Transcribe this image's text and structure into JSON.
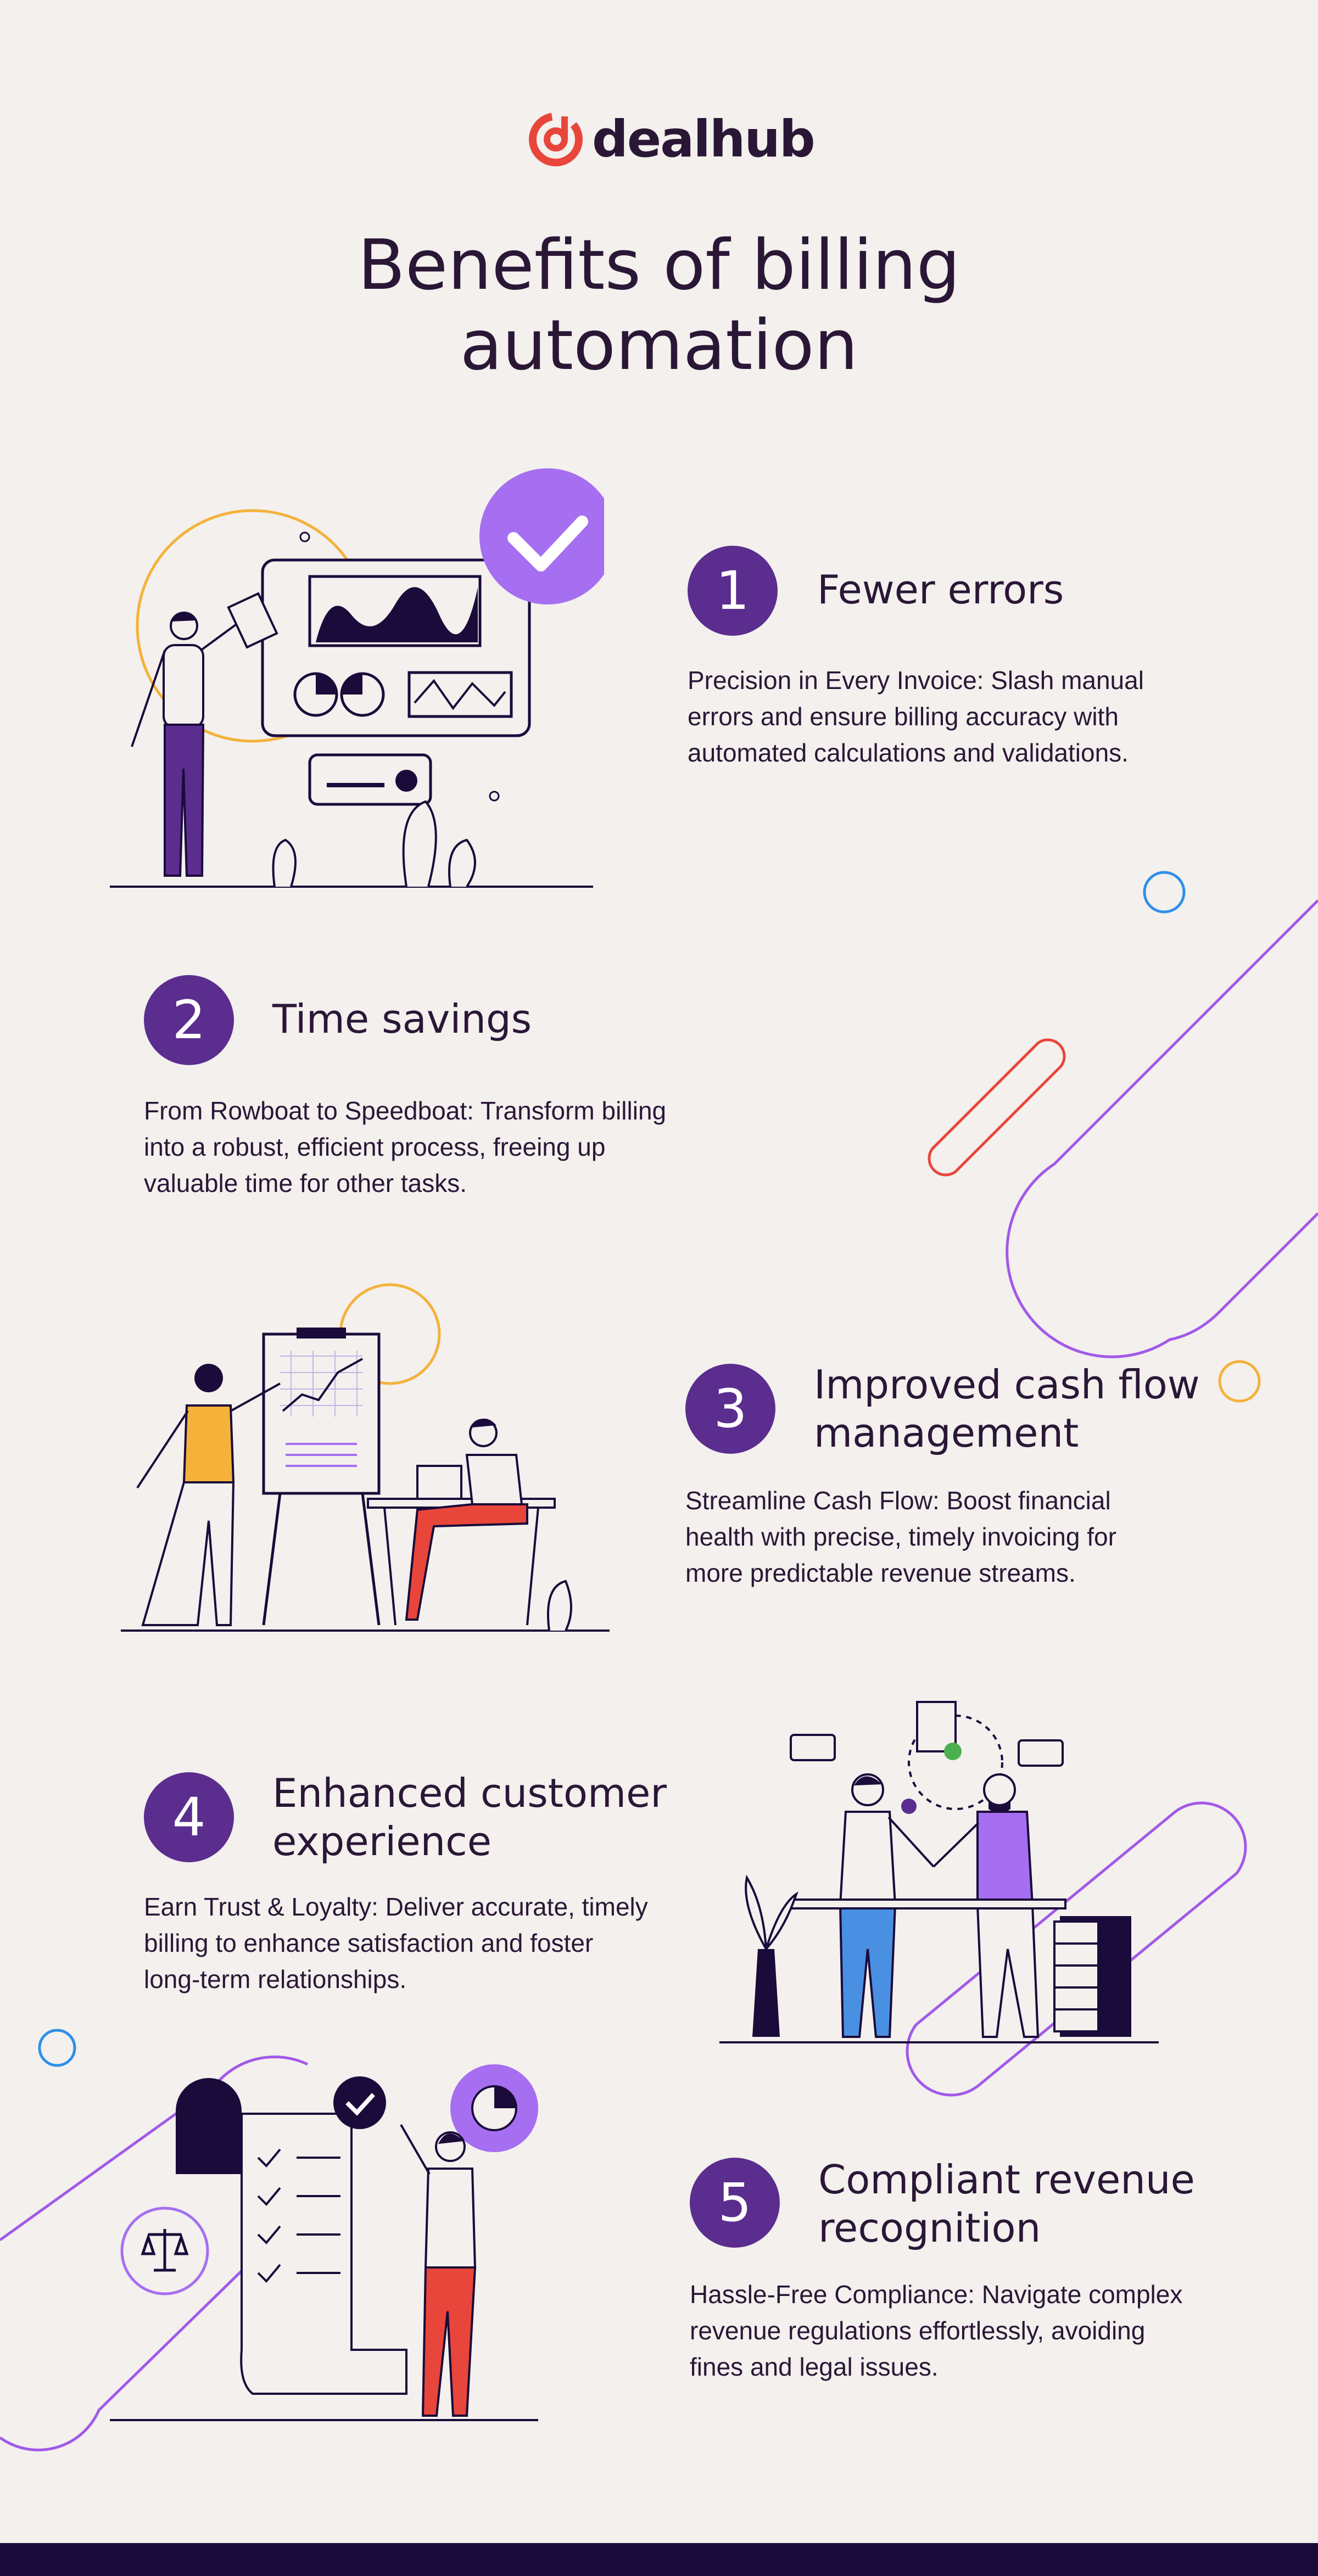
{
  "brand": {
    "name": "dealhub",
    "accent": "#e8463b"
  },
  "page": {
    "title": "Benefits of billing automation"
  },
  "colors": {
    "number_circle": "#5b2d8e",
    "footer": "#1b0b3a",
    "lavender": "#a66ef0",
    "orange": "#f4b23a"
  },
  "benefits": [
    {
      "number": "1",
      "title": "Fewer errors",
      "description": "Precision in Every Invoice: Slash manual errors and ensure billing accuracy with automated calculations and validations."
    },
    {
      "number": "2",
      "title": "Time savings",
      "description": "From Rowboat to Speedboat: Transform billing into a robust, efficient process, freeing up valuable time for other tasks."
    },
    {
      "number": "3",
      "title": "Improved cash flow management",
      "description": "Streamline Cash Flow: Boost financial health with precise, timely invoicing for more predictable revenue streams."
    },
    {
      "number": "4",
      "title": "Enhanced customer experience",
      "description": "Earn Trust & Loyalty: Deliver accurate, timely billing to enhance satisfaction and foster long-term relationships."
    },
    {
      "number": "5",
      "title": "Compliant revenue recognition",
      "description": "Hassle-Free Compliance: Navigate complex revenue regulations effortlessly, avoiding fines and legal issues."
    }
  ],
  "icons": [
    "dealhub-logo-icon",
    "checkmark-icon",
    "dashboard-illustration",
    "chart-board-illustration",
    "handshake-illustration",
    "checklist-scroll-illustration",
    "scales-icon",
    "pie-chart-icon"
  ]
}
